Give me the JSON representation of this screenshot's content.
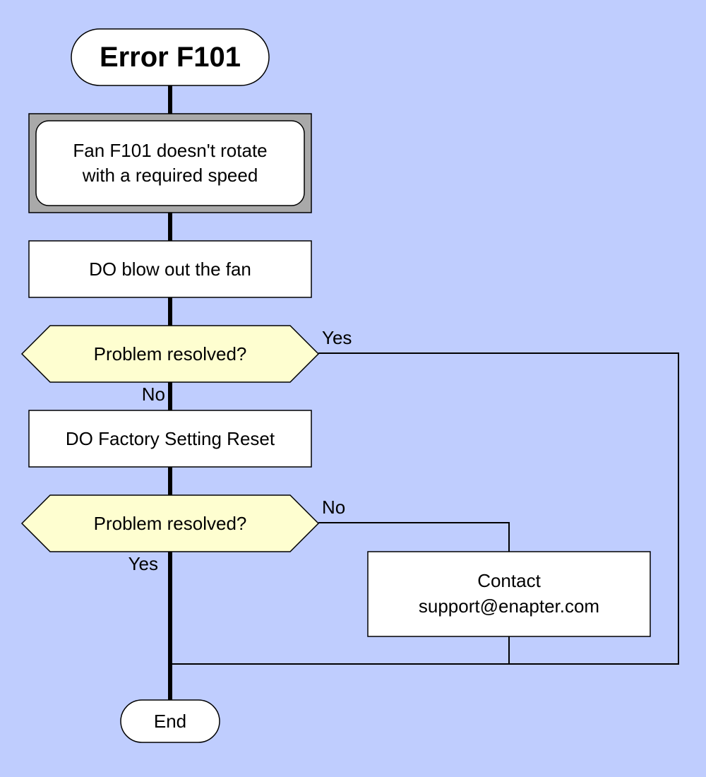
{
  "flowchart": {
    "start": {
      "label": "Error F101"
    },
    "issue": {
      "line1": "Fan F101 doesn't rotate",
      "line2": "with a required speed"
    },
    "step1": {
      "label": "DO blow out the fan"
    },
    "decision1": {
      "label": "Problem resolved?",
      "yes_label": "Yes",
      "no_label": "No"
    },
    "step2": {
      "label": "DO Factory Setting Reset"
    },
    "decision2": {
      "label": "Problem resolved?",
      "no_label": "No",
      "yes_label": "Yes"
    },
    "contact": {
      "line1": "Contact",
      "line2": "support@enapter.com"
    },
    "end": {
      "label": "End"
    }
  },
  "colors": {
    "background": "#bfcdfe",
    "decision_fill": "#fefed0",
    "process_fill": "#ffffff",
    "issue_frame": "#a9a9a9"
  }
}
